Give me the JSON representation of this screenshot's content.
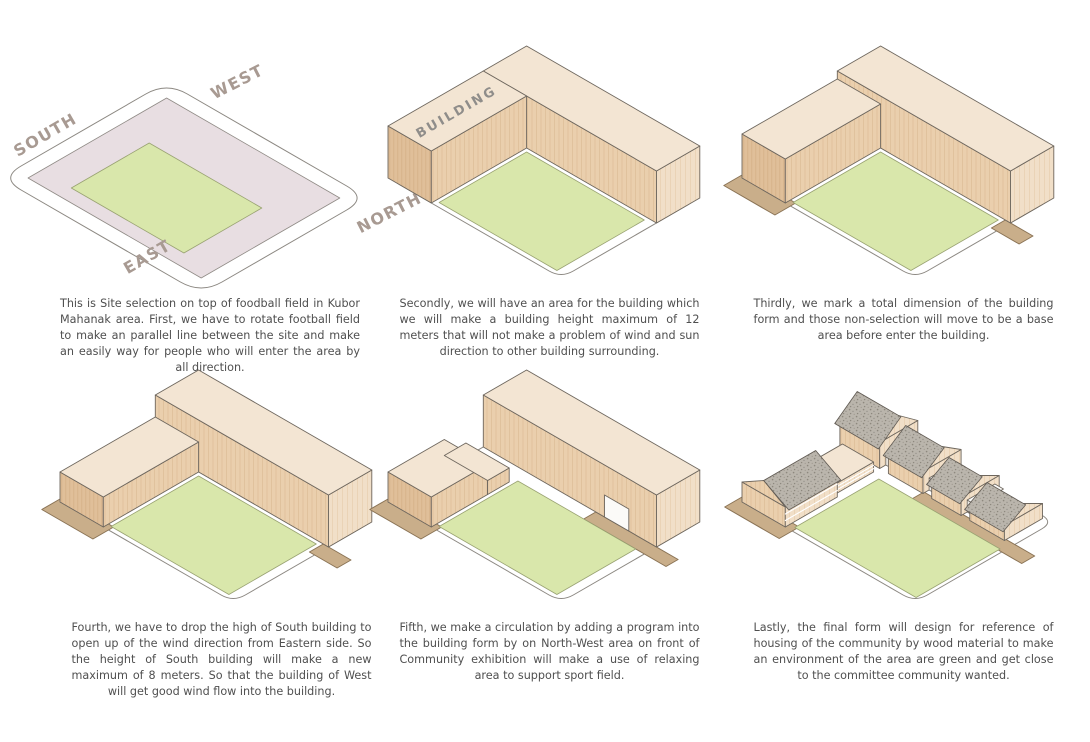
{
  "page": {
    "background": "#ffffff",
    "description_labels": {
      "building_label": "BUILDING"
    }
  },
  "direction_labels": {
    "south": "SOUTH",
    "west": "WEST",
    "east": "EAST",
    "north": "NORTH"
  },
  "colors": {
    "site_outline": "#8c8882",
    "field_purple": "#e8dee2",
    "grass_green": "#d9e7ab",
    "wood_top": "#f3e5d3",
    "wood_side": "#eacfad",
    "wood_side_light": "#f1dfc8",
    "wood_side_dark": "#e0bf99",
    "base_pad_brown": "#c9ae8a",
    "roof_grey": "#bab5ac",
    "caption_text": "#4f4f4f",
    "label_text": "#a89a92"
  },
  "panels": [
    {
      "step": 1,
      "caption": "This is Site selection on top of foodball field in Kubor Mahanak area. First, we have to rotate football field to make an parallel line between the site and make an easily way for people who will enter the area by all direction."
    },
    {
      "step": 2,
      "building_label": "BUILDING",
      "caption": "Secondly, we will have an area for the building which we will make a building height maximum of 12 meters that will not make a problem of wind and sun direction to other building surrounding."
    },
    {
      "step": 3,
      "caption": "Thirdly, we mark a total dimension of the building form and those non-selection will move to be a base area before enter the building."
    },
    {
      "step": 4,
      "caption": "Fourth, we have to drop the high of South building to open up of the wind direction from Eastern side. So the height of South building will make a new maximum of 8 meters. So that the building of West will get good wind flow into the building."
    },
    {
      "step": 5,
      "caption": "Fifth, we make a circulation by adding a program into the building form by on North-West area on front of Community exhibition will make a use of relaxing area to support sport field."
    },
    {
      "step": 6,
      "caption": "Lastly, the final form will design for reference of housing of the community by wood material to make an environment of the area are green and get close to the committee community wanted."
    }
  ]
}
